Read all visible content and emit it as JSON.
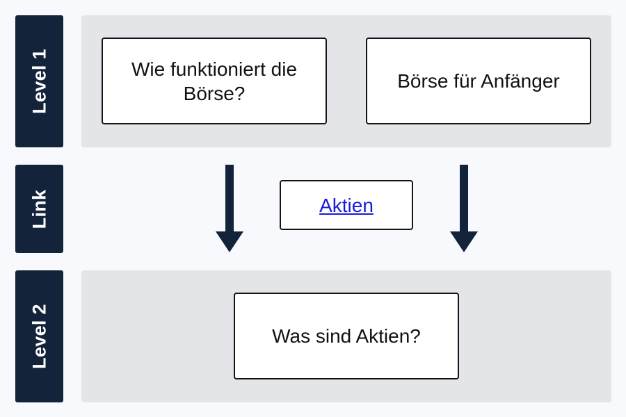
{
  "rows": {
    "level1": "Level 1",
    "link": "Link",
    "level2": "Level 2"
  },
  "level1": {
    "left_box": "Wie funktioniert die Börse?",
    "right_box": "Börse für Anfänger"
  },
  "link": {
    "label": "Aktien"
  },
  "level2": {
    "box": "Was sind Aktien?"
  },
  "colors": {
    "label_bg": "#13233a",
    "band_bg": "#e4e5e9",
    "arrow": "#13233a",
    "link": "#1a1adc"
  }
}
